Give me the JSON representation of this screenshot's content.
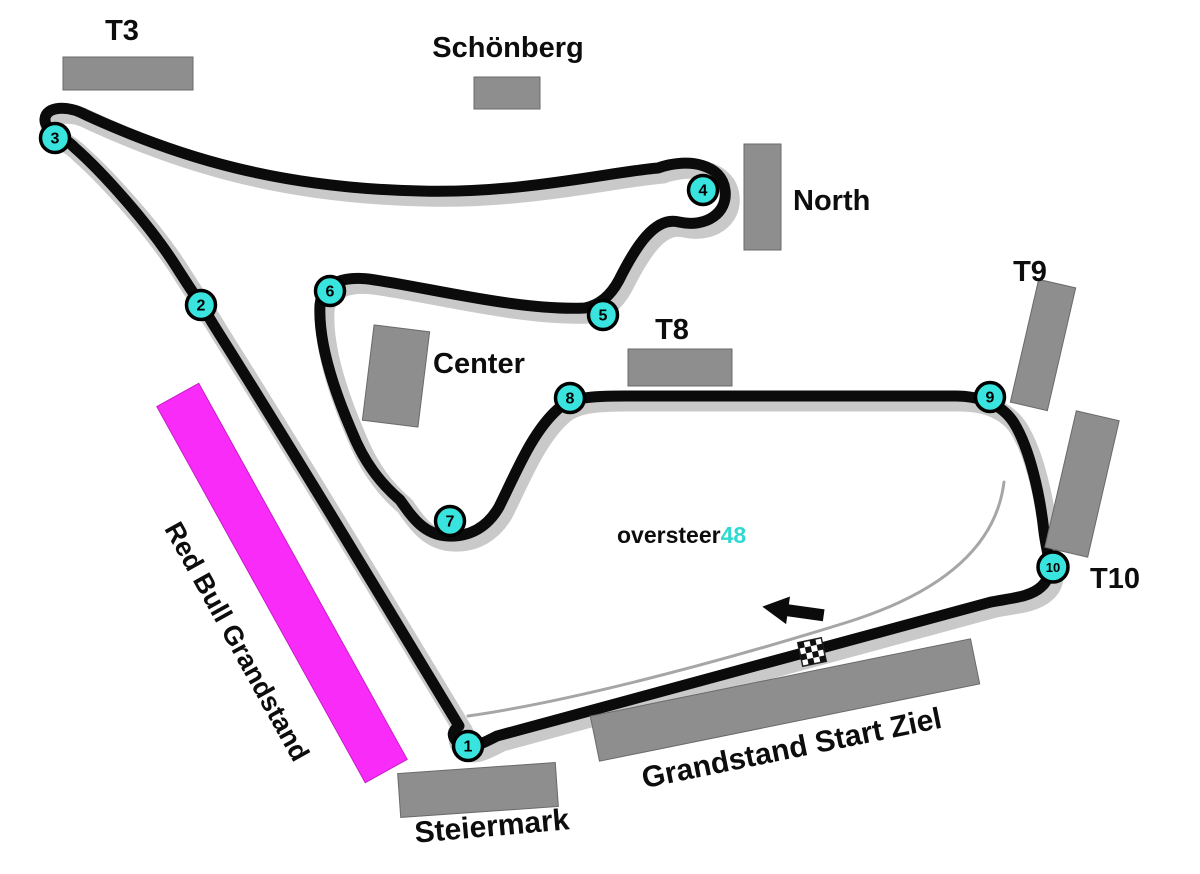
{
  "turns": [
    "1",
    "2",
    "3",
    "4",
    "5",
    "6",
    "7",
    "8",
    "9",
    "10"
  ],
  "grandstands": [
    {
      "id": "t3",
      "label": "T3"
    },
    {
      "id": "schonberg",
      "label": "Schönberg"
    },
    {
      "id": "north",
      "label": "North"
    },
    {
      "id": "t9",
      "label": "T9"
    },
    {
      "id": "t10",
      "label": "T10"
    },
    {
      "id": "t8",
      "label": "T8"
    },
    {
      "id": "center",
      "label": "Center"
    },
    {
      "id": "red-bull",
      "label": "Red Bull Grandstand"
    },
    {
      "id": "steiermark",
      "label": "Steiermark"
    },
    {
      "id": "start-ziel",
      "label": "Grandstand Start Ziel"
    }
  ],
  "watermark": {
    "brand": "oversteer",
    "number": "48"
  },
  "colors": {
    "turn_fill": "#38E4DD",
    "turn_border": "#000000",
    "track": "#0B0B0B",
    "track_shadow": "#C9C9C9",
    "pit_lane": "#A6A6A6",
    "grandstand_gray": "#8E8E8E",
    "highlight_magenta": "#F92BF9",
    "label_black": "#0D0D0D",
    "watermark_cyan": "#2FD9D2"
  }
}
